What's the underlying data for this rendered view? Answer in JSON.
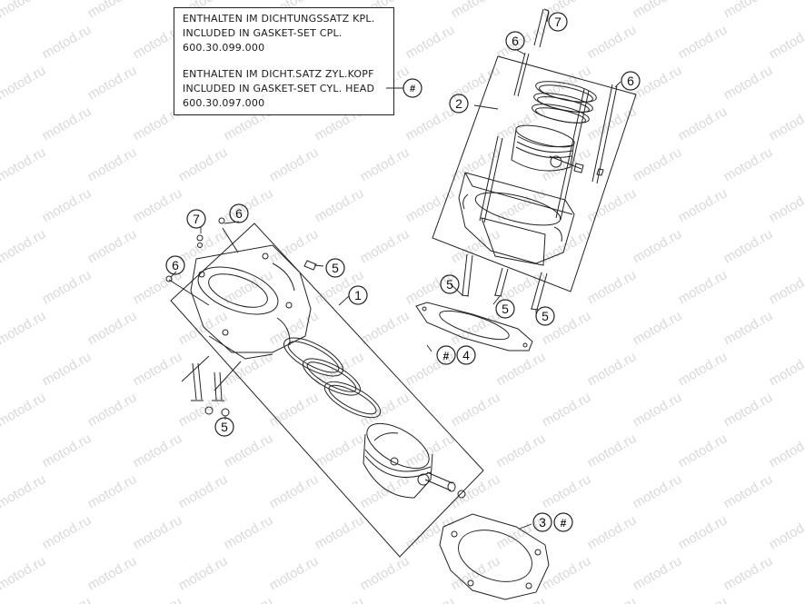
{
  "watermark": {
    "text": "motod.ru",
    "color": "#d9d9d9"
  },
  "legend": {
    "lines": [
      "ENTHALTEN IM DICHTUNGSSATZ KPL.",
      "INCLUDED IN GASKET-SET CPL.",
      "600.30.099.000",
      "ENTHALTEN IM DICHT.SATZ ZYL.KOPF",
      "INCLUDED IN GASKET-SET CYL. HEAD",
      "600.30.097.000"
    ],
    "marker": "#"
  },
  "callouts": {
    "c7a": "7",
    "c6a": "6",
    "c6b": "6",
    "c2": "2",
    "c7b": "7",
    "c6c": "6",
    "c5a": "5",
    "c6d": "6",
    "c1": "1",
    "c5b": "5",
    "c5c": "5",
    "c5d": "5",
    "c_hash4": "#",
    "c4": "4",
    "c5e": "5",
    "c3": "3",
    "c_hash3": "#"
  },
  "colors": {
    "line": "#222222",
    "background": "#ffffff"
  }
}
